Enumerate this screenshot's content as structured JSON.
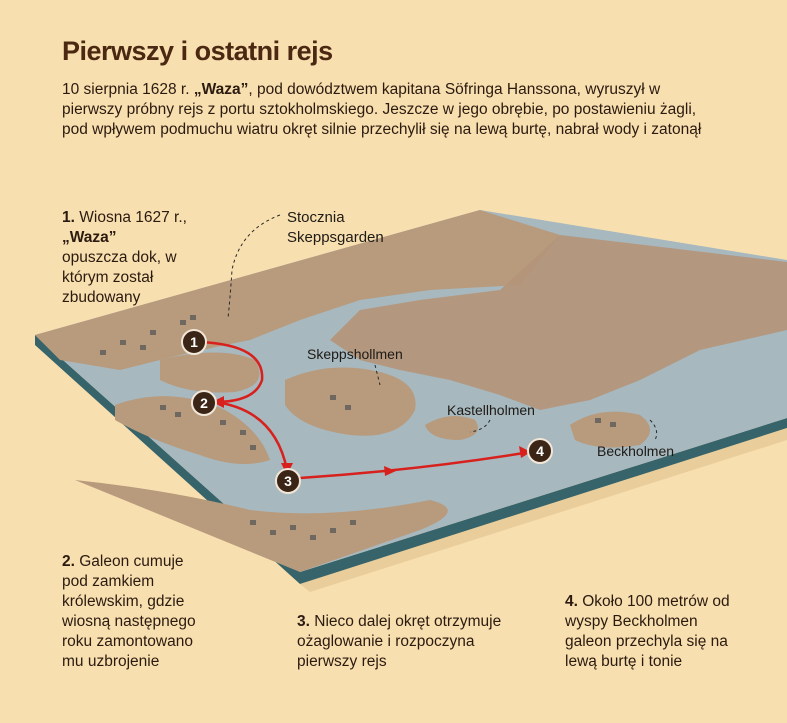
{
  "title": "Pierwszy i ostatni rejs",
  "intro": {
    "pre": "10 sierpnia 1628 r. ",
    "ship": "„Waza”",
    "post": ", pod dowództwem kapitana Söfringa Hanssona, wyruszył w pierwszy próbny rejs z portu sztokholmskiego. Jeszcze w jego obrębie, po postawieniu żagli, pod wpływem podmuchu wiatru okręt silnie przechylił się na lewą burtę, nabrał wody i zatonął"
  },
  "steps": [
    {
      "num": "1.",
      "pre": "Wiosna 1627 r., ",
      "ship": "„Waza”",
      "text": "opuszcza dok, w którym został zbudowany"
    },
    {
      "num": "2.",
      "text": "Galeon cumuje pod zamkiem królewskim, gdzie wiosną następnego roku zamontowano mu uzbrojenie"
    },
    {
      "num": "3.",
      "text": "Nieco dalej okręt otrzymuje ożaglowanie i rozpoczyna pierwszy rejs"
    },
    {
      "num": "4.",
      "text": "Około 100 metrów od wyspy Beckholmen galeon przechyla się na lewą burtę i tonie"
    }
  ],
  "places": {
    "shipyard_1": "Stocznia",
    "shipyard_2": "Skeppsgarden",
    "skeppsholmen": "Skeppshollmen",
    "kastellholmen": "Kastellholmen",
    "beckholmen": "Beckholmen"
  },
  "markers": [
    "1",
    "2",
    "3",
    "4"
  ],
  "colors": {
    "background": "#f8dfaf",
    "title": "#4a2812",
    "route": "#d8201c",
    "water": "#a7b8bf",
    "land": "#b89a7c"
  }
}
